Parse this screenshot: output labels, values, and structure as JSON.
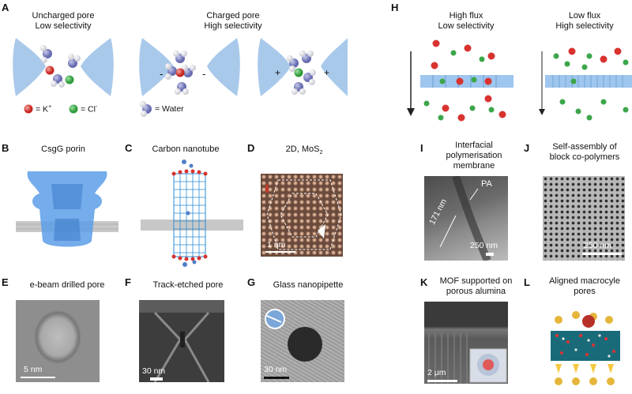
{
  "panels": {
    "A": {
      "letter": "A",
      "left_title_1": "Uncharged pore",
      "left_title_2": "Low selectivity",
      "right_title_1": "Charged pore",
      "right_title_2": "High selectivity",
      "legend_k": "= K",
      "legend_k_sup": "+",
      "legend_cl": "= Cl",
      "legend_cl_sup": "-",
      "legend_water": "= Water",
      "minus": "-",
      "plus": "+"
    },
    "B": {
      "letter": "B",
      "title": "CsgG porin"
    },
    "C": {
      "letter": "C",
      "title": "Carbon nanotube"
    },
    "D": {
      "letter": "D",
      "title": "2D, MoS",
      "title_sub": "2",
      "scale": "1 nm"
    },
    "E": {
      "letter": "E",
      "title": "e-beam drilled pore",
      "scale": "5 nm"
    },
    "F": {
      "letter": "F",
      "title": "Track-etched pore",
      "scale": "30 nm"
    },
    "G": {
      "letter": "G",
      "title": "Glass nanopipette",
      "scale": "30 nm"
    },
    "H": {
      "letter": "H",
      "left_title_1": "High flux",
      "left_title_2": "Low selectivity",
      "right_title_1": "Low flux",
      "right_title_2": "High selectivity"
    },
    "I": {
      "letter": "I",
      "title_1": "Interfacial",
      "title_2": "polymerisation",
      "title_3": "membrane",
      "pa": "PA",
      "thickness": "171 nm",
      "scale": "250 nm"
    },
    "J": {
      "letter": "J",
      "title_1": "Self-assembly of",
      "title_2": "block co-polymers",
      "scale": "250 nm"
    },
    "K": {
      "letter": "K",
      "title_1": "MOF supported on",
      "title_2": "porous alumina",
      "scale": "2 μm"
    },
    "L": {
      "letter": "L",
      "title_1": "Aligned macrocyle",
      "title_2": "pores"
    }
  },
  "colors": {
    "k_ion": "#d8332f",
    "cl_ion": "#3ca64a",
    "water": "#8a8fc4",
    "pore": "#a9c9eb",
    "membrane": "#9ec6ee"
  }
}
